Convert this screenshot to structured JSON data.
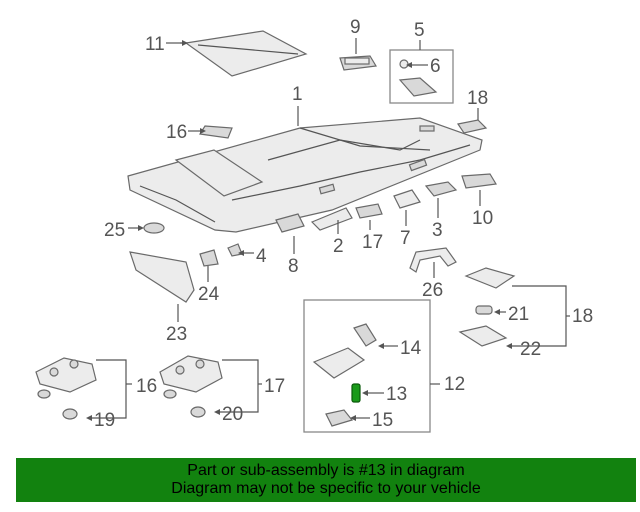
{
  "callouts": {
    "c1": "1",
    "c2": "2",
    "c3": "3",
    "c4": "4",
    "c5": "5",
    "c6": "6",
    "c7": "7",
    "c8": "8",
    "c9": "9",
    "c10": "10",
    "c11": "11",
    "c12": "12",
    "c13": "13",
    "c14": "14",
    "c15": "15",
    "c16a": "16",
    "c16b": "16",
    "c17a": "17",
    "c17b": "17",
    "c18a": "18",
    "c18b": "18",
    "c19": "19",
    "c20": "20",
    "c21": "21",
    "c22": "22",
    "c23": "23",
    "c24": "24",
    "c25": "25",
    "c26": "26"
  },
  "highlight": {
    "part": "13",
    "color": "#1a9a1a"
  },
  "banner": {
    "line1": "Part or sub-assembly is #13 in diagram",
    "line2": "Diagram may not be specific to your vehicle",
    "background": "#12820f"
  }
}
